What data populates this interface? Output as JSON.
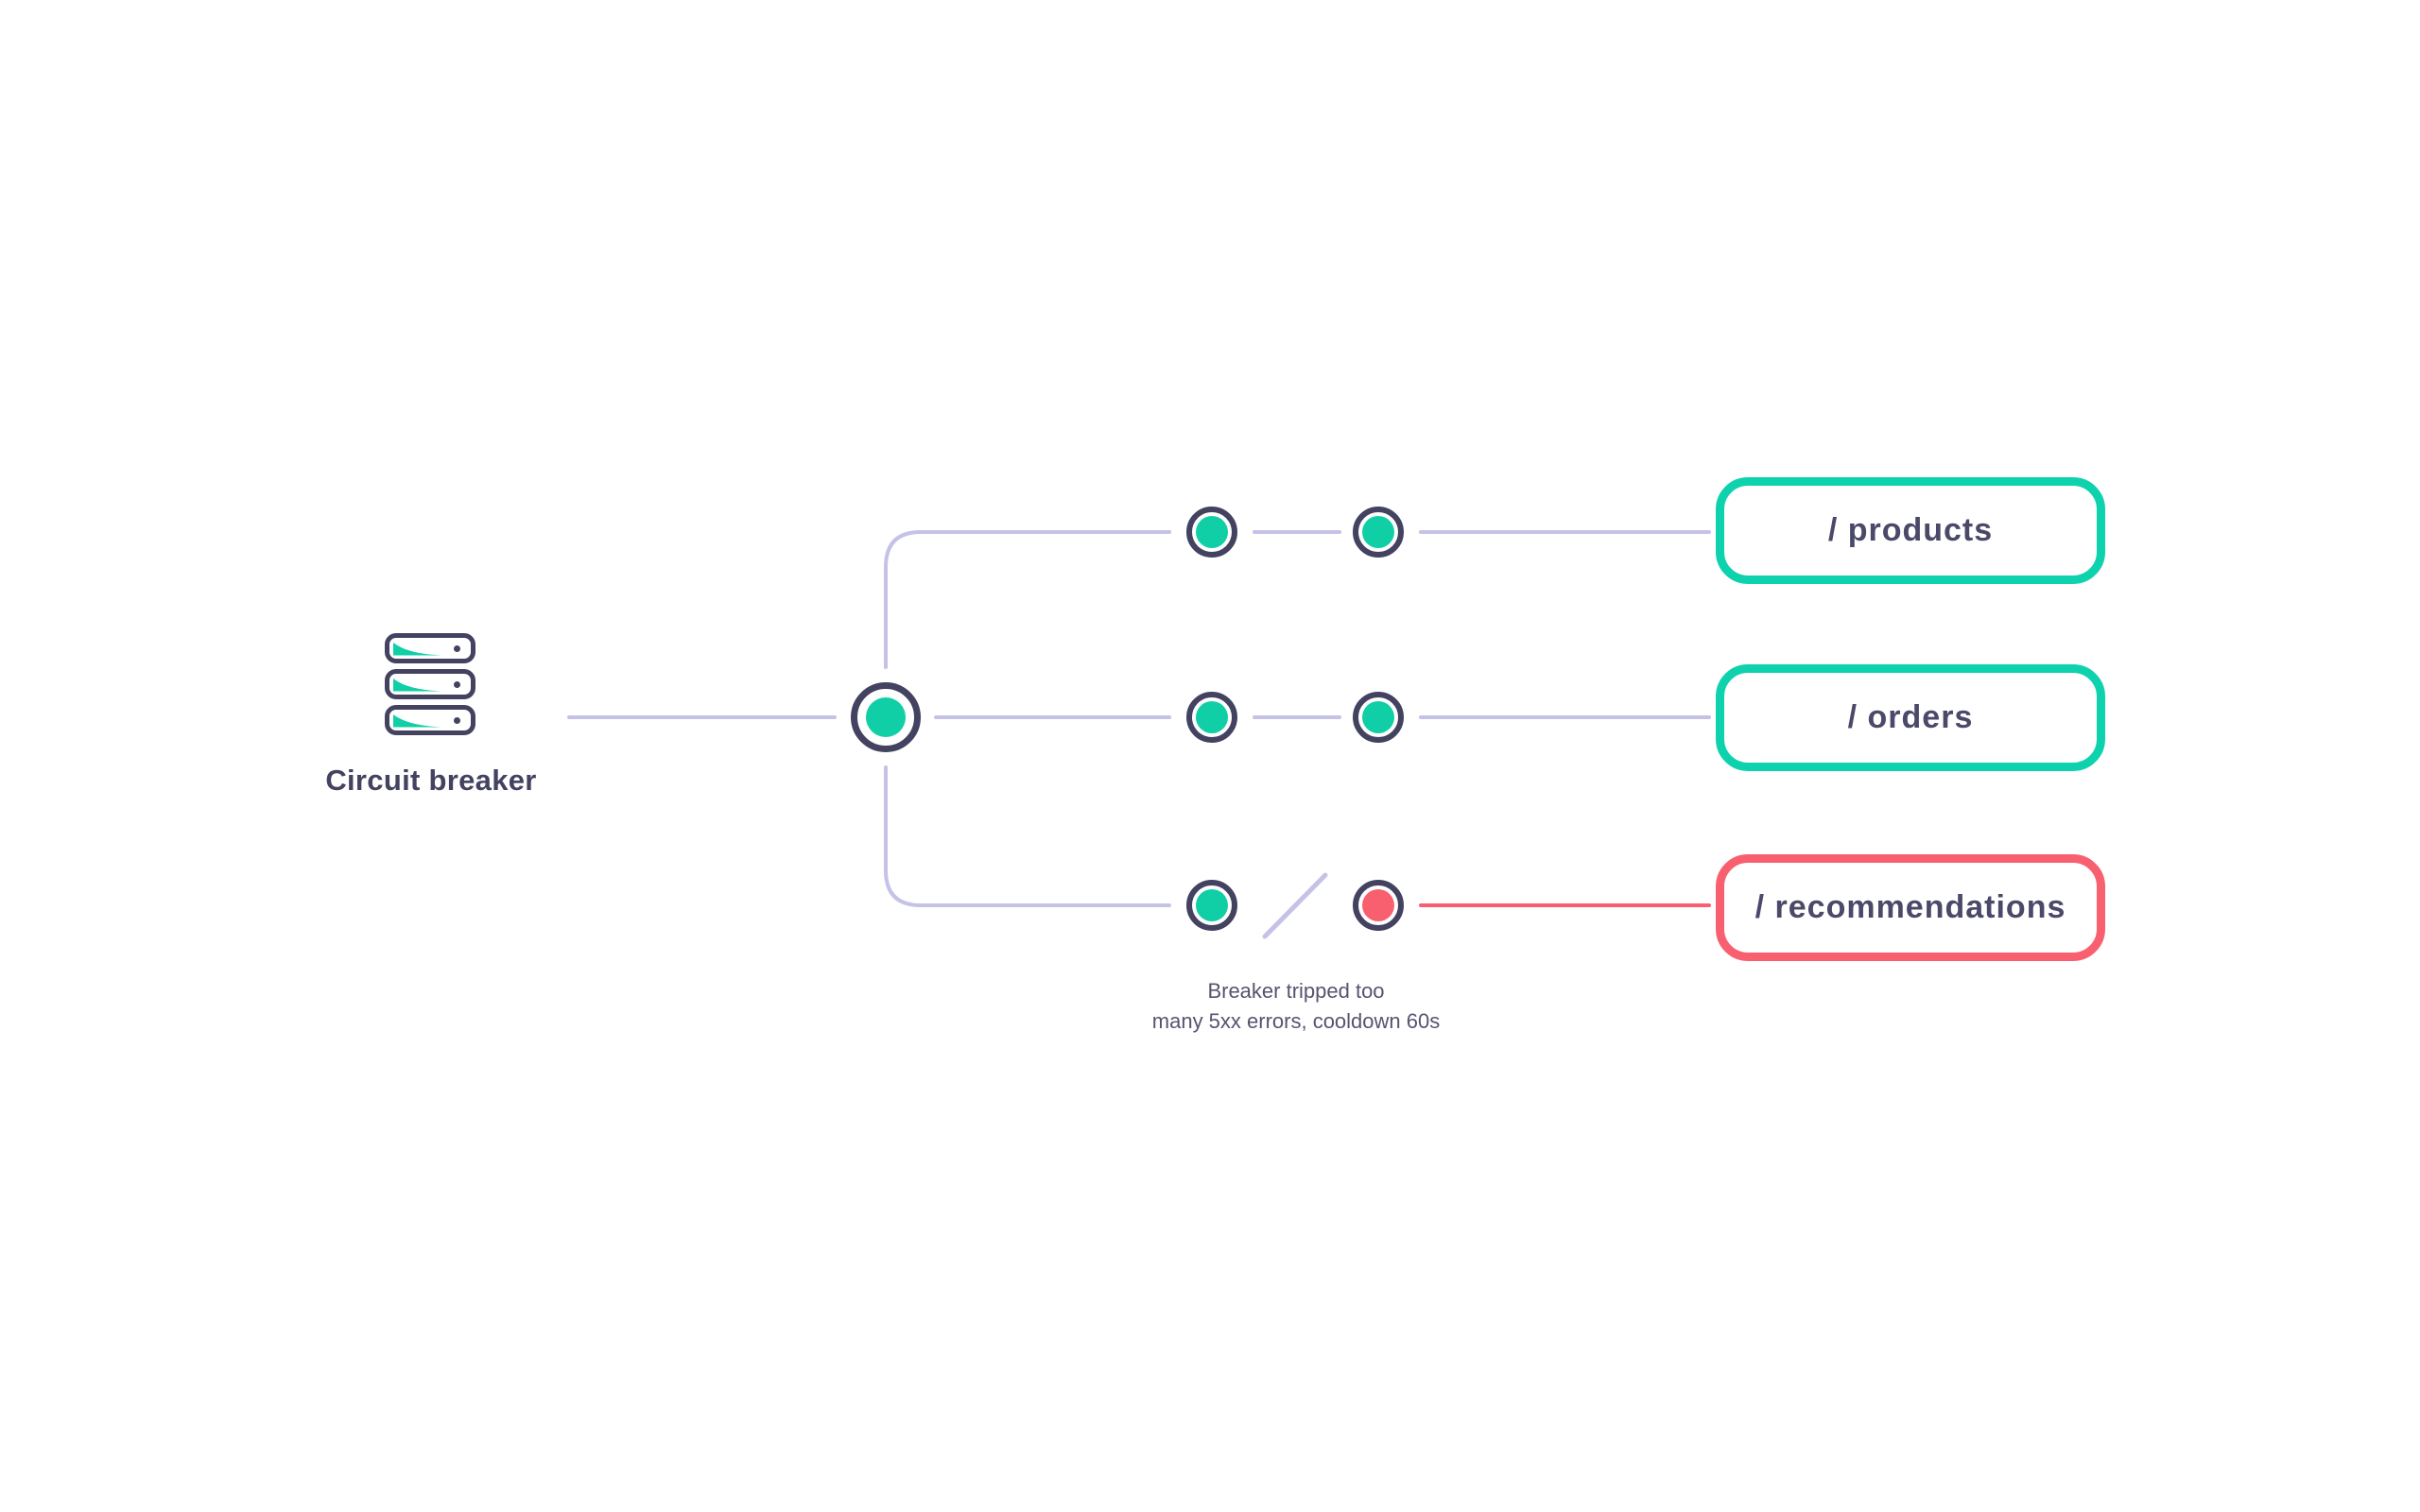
{
  "page": {
    "background": "#ffffff"
  },
  "source": {
    "label": "Circuit breaker",
    "icon": "server-stack-icon"
  },
  "hub_node": {
    "state": "healthy"
  },
  "branches": [
    {
      "name": "products",
      "label": "/ products",
      "breaker_state": "closed",
      "nodes": [
        "healthy",
        "healthy"
      ],
      "accent": "#0ed2ae"
    },
    {
      "name": "orders",
      "label": "/ orders",
      "breaker_state": "closed",
      "nodes": [
        "healthy",
        "healthy"
      ],
      "accent": "#0ed2ae"
    },
    {
      "name": "recommendations",
      "label": "/ recommendations",
      "breaker_state": "open",
      "nodes": [
        "healthy",
        "tripped"
      ],
      "accent": "#f9606f"
    }
  ],
  "annotation": {
    "line1": "Breaker tripped too",
    "line2": "many 5xx errors, cooldown 60s"
  },
  "colors": {
    "teal": "#0ed2ae",
    "red": "#f9606f",
    "slate": "#434260",
    "lavender": "#c5c2e8",
    "label_text": "#4b4969",
    "annotation_text": "#56546f"
  }
}
